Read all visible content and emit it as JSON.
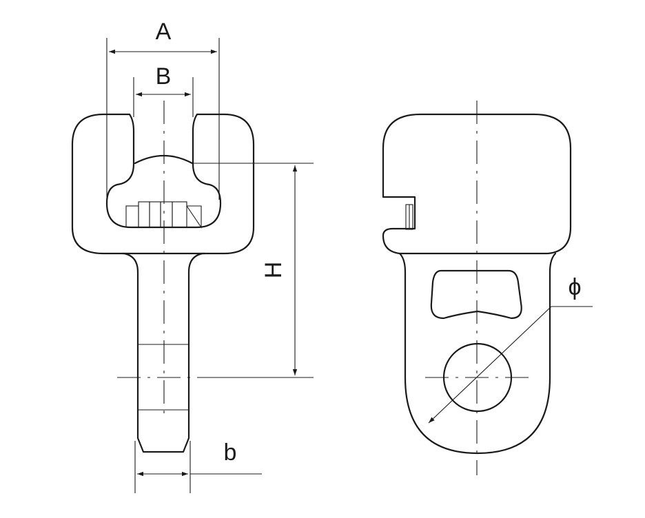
{
  "labels": {
    "A": "A",
    "B": "B",
    "H": "H",
    "b": "b",
    "phi": "ϕ"
  }
}
